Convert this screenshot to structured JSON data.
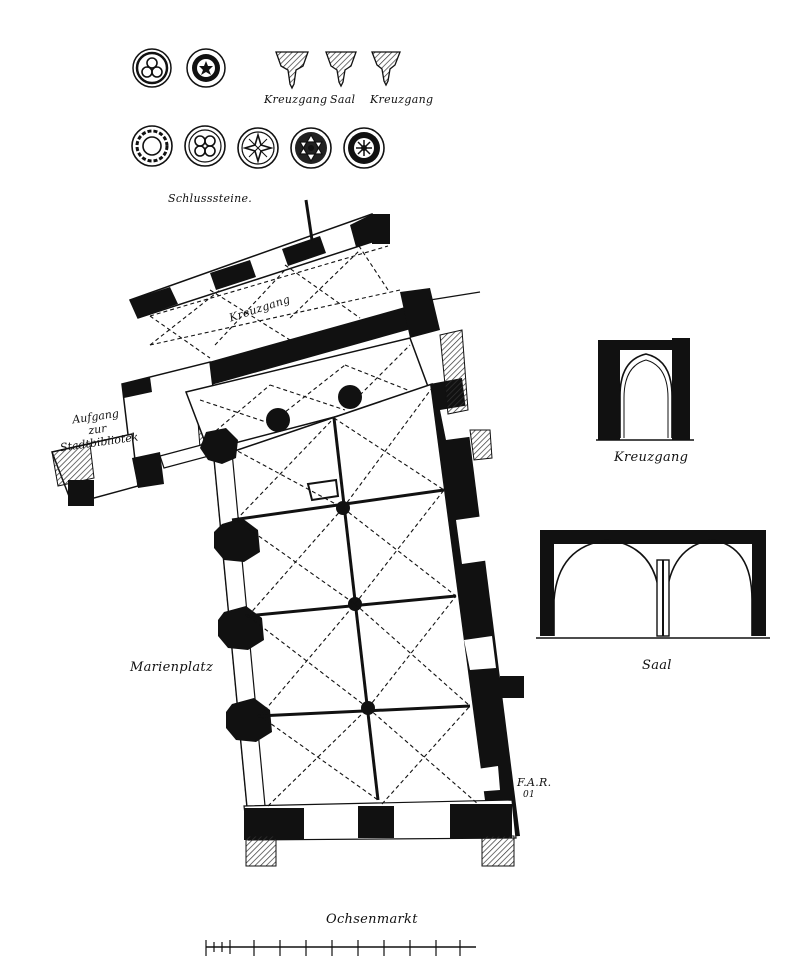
{
  "labels": {
    "keystones_caption": "Schlusssteine.",
    "profile_kreuzgang_1": "Kreuzgang",
    "profile_saal": "Saal",
    "profile_kreuzgang_2": "Kreuzgang",
    "plan_kreuzgang": "Kreuzgang",
    "aufgang_line1": "Aufgang",
    "aufgang_line2": "zur",
    "aufgang_line3": "Stadtbibliotek",
    "marienplatz": "Marienplatz",
    "section_kreuzgang": "Kreuzgang",
    "section_saal": "Saal",
    "signature": "F.A.R.",
    "signature_year": "01",
    "scale_caption": "Ochsenmarkt"
  },
  "icons": {
    "keystones_row1": [
      "trefoil-rosette-icon",
      "five-lobed-rosette-icon"
    ],
    "keystones_row2": [
      "ring-rosette-icon",
      "quatrefoil-rosette-icon",
      "star-rosette-icon",
      "hexagram-rosette-icon",
      "cross-rosette-icon"
    ],
    "rib_profiles": [
      "rib-profile-icon",
      "rib-profile-icon",
      "rib-profile-icon"
    ]
  },
  "colors": {
    "ink": "#111111",
    "paper": "#ffffff",
    "hatch": "#444444"
  }
}
